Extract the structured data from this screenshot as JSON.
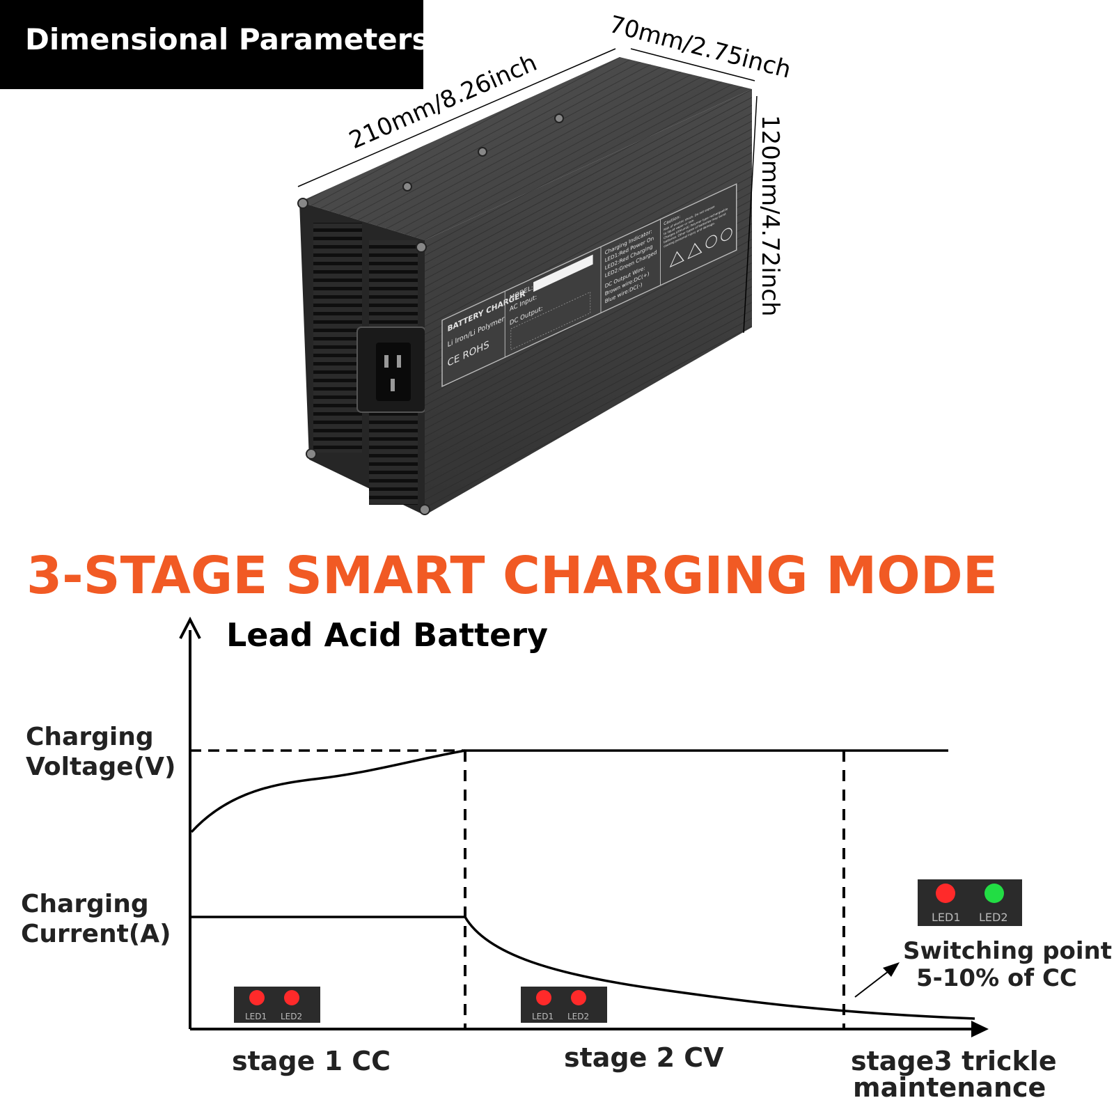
{
  "header": {
    "title": "Dimensional Parameters"
  },
  "dimensions": {
    "length": "210mm/8.26inch",
    "width": "70mm/2.75inch",
    "height": "120mm/4.72inch"
  },
  "product": {
    "label_title": "BATTERY CHARGER",
    "label_subtitle": "Li Iron/Li Polymer",
    "label_cert": "CE ROHS",
    "model_label": "MODEL:",
    "ac_input": "AC Input:",
    "dc_output": "DC Output:",
    "indicator_title": "Charging Indicator:",
    "indicator_led1": "LED1:Red Power On",
    "indicator_led2": "LED2:Red Charging",
    "indicator_led2b": "LED2:Green Charged",
    "wire_title": "DC Output Wire:",
    "wire_brown": "Brown wire:DC(+)",
    "wire_blue": "Blue wire:DC(-)",
    "caution_title": "Caution:",
    "caution_1": "Risk of electric shock. Do not expose",
    "caution_2": "to liquid vapor or rain.",
    "caution_3": "Charges Lithium/Li Polymer type rechargeable",
    "caution_4": "batteries. Other types of batteries may burst",
    "caution_5": "causing personal injury and damage."
  },
  "diagram": {
    "title": "3-STAGE SMART CHARGING MODE",
    "subtitle": "Lead Acid Battery",
    "voltage_label_1": "Charging",
    "voltage_label_2": "Voltage(V)",
    "current_label_1": "Charging",
    "current_label_2": "Current(A)",
    "stage1": "stage 1 CC",
    "stage2": "stage 2 CV",
    "stage3_1": "stage3 trickle",
    "stage3_2": "maintenance",
    "switch_1": "Switching point",
    "switch_2": "5-10% of CC",
    "led1": "LED1",
    "led2": "LED2",
    "colors": {
      "title": "#f15a24",
      "led_red": "#ff2a2a",
      "led_green": "#22dd44",
      "panel": "#2b2b2b"
    }
  }
}
